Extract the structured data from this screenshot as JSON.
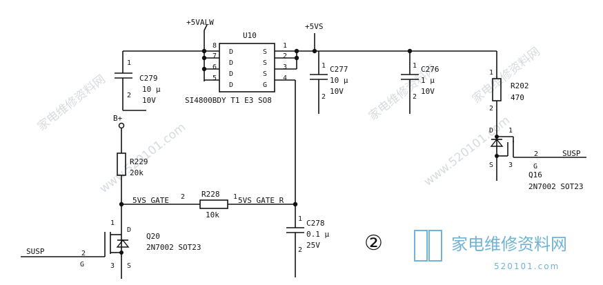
{
  "rails": {
    "vin": "+5VALW",
    "vout": "+5VS",
    "bplus": "B+"
  },
  "u10": {
    "ref": "U10",
    "part": "SI4800BDY T1 E3 SO8",
    "pins_left": [
      {
        "num": "8",
        "name": "D"
      },
      {
        "num": "7",
        "name": "D"
      },
      {
        "num": "6",
        "name": "D"
      },
      {
        "num": "5",
        "name": "D"
      }
    ],
    "pins_right": [
      {
        "num": "1",
        "name": "S"
      },
      {
        "num": "2",
        "name": "S"
      },
      {
        "num": "3",
        "name": "S"
      },
      {
        "num": "4",
        "name": "G"
      }
    ]
  },
  "c279": {
    "ref": "C279",
    "value": "10 µ",
    "voltage": "10V",
    "pin1": "1",
    "pin2": "2"
  },
  "c277": {
    "ref": "C277",
    "value": "10 µ",
    "voltage": "10V",
    "pin1": "1",
    "pin2": "2"
  },
  "c276": {
    "ref": "C276",
    "value": "1 µ",
    "voltage": "10V",
    "pin1": "1",
    "pin2": "2"
  },
  "c278": {
    "ref": "C278",
    "value": "0.1 µ",
    "voltage": "25V",
    "pin1": "1",
    "pin2": "2"
  },
  "r202": {
    "ref": "R202",
    "value": "470",
    "pin1": "1",
    "pin2": "2"
  },
  "r229": {
    "ref": "R229",
    "value": "20k"
  },
  "r228": {
    "ref": "R228",
    "value": "10k",
    "pin_left": "2",
    "pin_right": "1"
  },
  "q16": {
    "ref": "Q16",
    "part": "2N7002 SOT23",
    "d": "D",
    "s": "S",
    "g": "G",
    "pin_d": "1",
    "pin_g": "2",
    "pin_s": "3",
    "net": "SUSP"
  },
  "q20": {
    "ref": "Q20",
    "part": "2N7002 SOT23",
    "d": "D",
    "s": "S",
    "g": "G",
    "pin_d": "1",
    "pin_g": "2",
    "pin_s": "3",
    "net": "SUSP"
  },
  "nets": {
    "gate_left": "5VS_GATE",
    "gate_right": "5VS_GATE_R"
  },
  "marker": "②",
  "watermark": {
    "brand": "家电维修资料网",
    "url": "www.520101.com",
    "short": "520101.com"
  },
  "colors": {
    "ink": "#111111",
    "watermark": "#c9cfd6",
    "logo": "#6fb3d6"
  }
}
